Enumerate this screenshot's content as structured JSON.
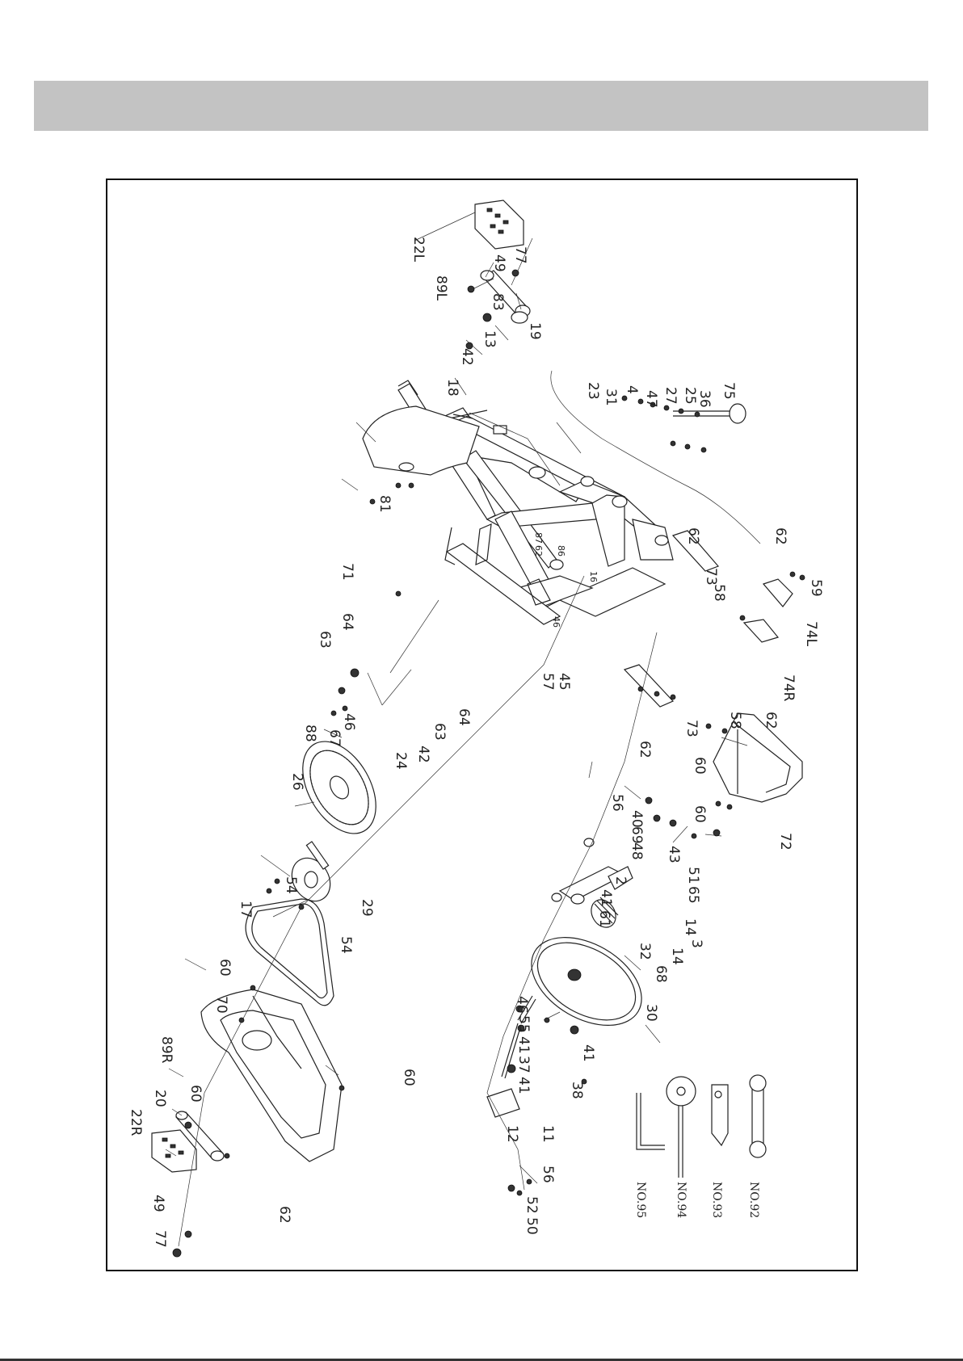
{
  "diagram": {
    "colors": {
      "header": "#c3c3c3",
      "ink": "#222222",
      "background": "#ffffff"
    },
    "parts": [
      {
        "id": "22L",
        "label": "22L"
      },
      {
        "id": "89L",
        "label": "89L"
      },
      {
        "id": "77a",
        "label": "77"
      },
      {
        "id": "49a",
        "label": "49"
      },
      {
        "id": "83",
        "label": "83"
      },
      {
        "id": "19",
        "label": "19"
      },
      {
        "id": "13",
        "label": "13"
      },
      {
        "id": "42a",
        "label": "42"
      },
      {
        "id": "18",
        "label": "18"
      },
      {
        "id": "23",
        "label": "23"
      },
      {
        "id": "31",
        "label": "31"
      },
      {
        "id": "4",
        "label": "4"
      },
      {
        "id": "47",
        "label": "47"
      },
      {
        "id": "27",
        "label": "27"
      },
      {
        "id": "25",
        "label": "25"
      },
      {
        "id": "36",
        "label": "36"
      },
      {
        "id": "75",
        "label": "75"
      },
      {
        "id": "81",
        "label": "81"
      },
      {
        "id": "87",
        "label": "87"
      },
      {
        "id": "62a",
        "label": "62"
      },
      {
        "id": "86",
        "label": "86"
      },
      {
        "id": "16",
        "label": "16"
      },
      {
        "id": "62b",
        "label": "62"
      },
      {
        "id": "73a",
        "label": "73"
      },
      {
        "id": "58a",
        "label": "58"
      },
      {
        "id": "62c",
        "label": "62"
      },
      {
        "id": "59",
        "label": "59"
      },
      {
        "id": "74L",
        "label": "74L"
      },
      {
        "id": "74R",
        "label": "74R"
      },
      {
        "id": "62d",
        "label": "62"
      },
      {
        "id": "58b",
        "label": "58"
      },
      {
        "id": "73b",
        "label": "73"
      },
      {
        "id": "62e",
        "label": "62"
      },
      {
        "id": "71",
        "label": "71"
      },
      {
        "id": "64a",
        "label": "64"
      },
      {
        "id": "63a",
        "label": "63"
      },
      {
        "id": "46a",
        "label": "46"
      },
      {
        "id": "57",
        "label": "57"
      },
      {
        "id": "45",
        "label": "45"
      },
      {
        "id": "64b",
        "label": "64"
      },
      {
        "id": "63b",
        "label": "63"
      },
      {
        "id": "42b",
        "label": "42"
      },
      {
        "id": "24",
        "label": "24"
      },
      {
        "id": "46b",
        "label": "46"
      },
      {
        "id": "67",
        "label": "67"
      },
      {
        "id": "88",
        "label": "88"
      },
      {
        "id": "26",
        "label": "26"
      },
      {
        "id": "60a",
        "label": "60"
      },
      {
        "id": "60b",
        "label": "60"
      },
      {
        "id": "72",
        "label": "72"
      },
      {
        "id": "56a",
        "label": "56"
      },
      {
        "id": "40",
        "label": "40"
      },
      {
        "id": "69",
        "label": "69"
      },
      {
        "id": "48",
        "label": "48"
      },
      {
        "id": "43",
        "label": "43"
      },
      {
        "id": "2",
        "label": "2"
      },
      {
        "id": "51",
        "label": "51"
      },
      {
        "id": "65",
        "label": "65"
      },
      {
        "id": "41a",
        "label": "41"
      },
      {
        "id": "61",
        "label": "61"
      },
      {
        "id": "14a",
        "label": "14"
      },
      {
        "id": "3",
        "label": "3"
      },
      {
        "id": "32",
        "label": "32"
      },
      {
        "id": "14b",
        "label": "14"
      },
      {
        "id": "68",
        "label": "68"
      },
      {
        "id": "54a",
        "label": "54"
      },
      {
        "id": "29",
        "label": "29"
      },
      {
        "id": "54b",
        "label": "54"
      },
      {
        "id": "17",
        "label": "17"
      },
      {
        "id": "30",
        "label": "30"
      },
      {
        "id": "60c",
        "label": "60"
      },
      {
        "id": "70",
        "label": "70"
      },
      {
        "id": "46c",
        "label": "46"
      },
      {
        "id": "55",
        "label": "55"
      },
      {
        "id": "41b",
        "label": "41"
      },
      {
        "id": "37",
        "label": "37"
      },
      {
        "id": "41c",
        "label": "41"
      },
      {
        "id": "41d",
        "label": "41"
      },
      {
        "id": "38",
        "label": "38"
      },
      {
        "id": "89R",
        "label": "89R"
      },
      {
        "id": "60d",
        "label": "60"
      },
      {
        "id": "60e",
        "label": "60"
      },
      {
        "id": "20",
        "label": "20"
      },
      {
        "id": "22R",
        "label": "22R"
      },
      {
        "id": "11",
        "label": "11"
      },
      {
        "id": "12",
        "label": "12"
      },
      {
        "id": "56b",
        "label": "56"
      },
      {
        "id": "52",
        "label": "52"
      },
      {
        "id": "50",
        "label": "50"
      },
      {
        "id": "49b",
        "label": "49"
      },
      {
        "id": "77b",
        "label": "77"
      },
      {
        "id": "62f",
        "label": "62"
      }
    ],
    "tools": [
      {
        "id": "no95",
        "label": "NO.95"
      },
      {
        "id": "no94",
        "label": "NO.94"
      },
      {
        "id": "no93",
        "label": "NO.93"
      },
      {
        "id": "no92",
        "label": "NO.92"
      }
    ]
  }
}
